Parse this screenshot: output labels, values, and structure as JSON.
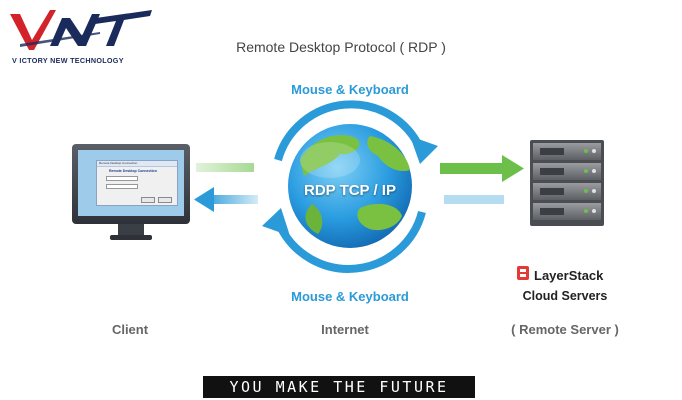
{
  "logo": {
    "tagline": "V ICTORY NEW TECHNOLOGY"
  },
  "title": "Remote Desktop Protocol ( RDP )",
  "arrows": {
    "top_label": "Mouse & Keyboard",
    "bottom_label": "Mouse & Keyboard"
  },
  "globe": {
    "label": "RDP TCP / IP"
  },
  "nodes": {
    "client": "Client",
    "internet": "Internet",
    "server": "( Remote Server )"
  },
  "provider": {
    "brand": "LayerStack",
    "subtitle": "Cloud Servers"
  },
  "banner": "YOU MAKE THE FUTURE",
  "dialog": {
    "heading": "Remote Desktop Connection"
  },
  "colors": {
    "blue": "#2b9ad8",
    "green": "#6cc04a",
    "logo_red": "#d2232a",
    "logo_navy": "#1a2a5a"
  }
}
